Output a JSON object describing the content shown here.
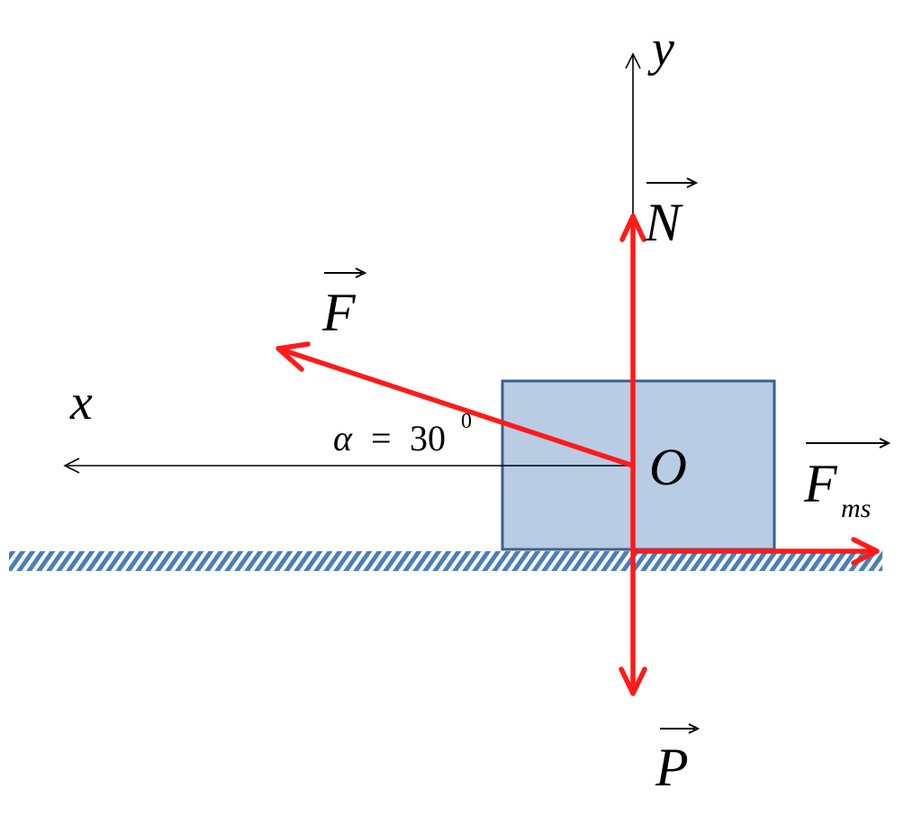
{
  "axes": {
    "x_label": "x",
    "y_label": "y"
  },
  "origin_label": "O",
  "angle": {
    "symbol": "α",
    "equals": "=",
    "value": "30",
    "superscript": "0"
  },
  "forces": {
    "applied": {
      "symbol": "F",
      "subscript": ""
    },
    "normal": {
      "symbol": "N",
      "subscript": ""
    },
    "weight": {
      "symbol": "P",
      "subscript": ""
    },
    "friction": {
      "symbol": "F",
      "subscript": "ms"
    }
  },
  "colors": {
    "force": "#ff1a1a",
    "block_fill": "#b8cce4",
    "block_stroke": "#3c5f8f",
    "ground_hatch": "#4a7ebb",
    "axis": "#000000"
  }
}
